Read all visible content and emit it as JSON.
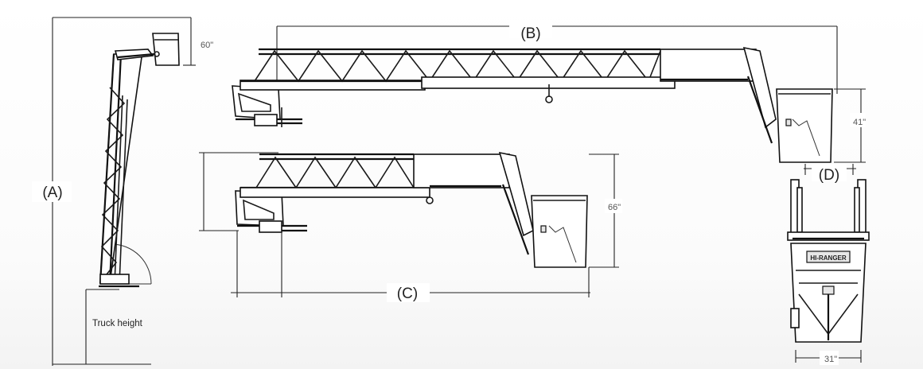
{
  "labels": {
    "A": "(A)",
    "B": "(B)",
    "C": "(C)",
    "D": "(D)",
    "truck_height": "Truck height",
    "dim_60": "60\"",
    "dim_41": "41\"",
    "dim_66": "66\"",
    "dim_31": "31\""
  },
  "basket_badge": "HI-RANGER",
  "colors": {
    "line": "#111111",
    "dimension": "#222222",
    "background": "#ffffff"
  }
}
